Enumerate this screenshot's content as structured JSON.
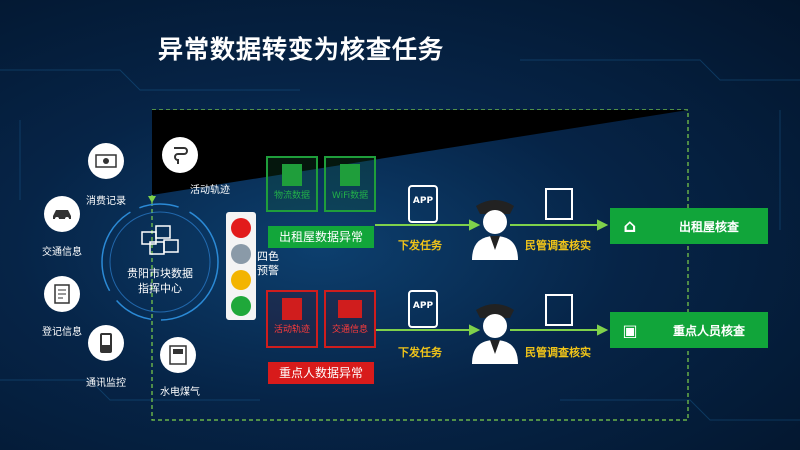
{
  "title": "异常数据转变为核查任务",
  "center": {
    "line1": "贵阳市块数据",
    "line2": "指挥中心"
  },
  "sources": {
    "consumption": "消费记录",
    "activity": "活动轨迹",
    "traffic": "交通信息",
    "registration": "登记信息",
    "telecom": "通讯监控",
    "utilities": "水电煤气"
  },
  "traffic_light": {
    "line1": "四色",
    "line2": "预警"
  },
  "top_branch": {
    "item1": "物流数据",
    "item2": "WiFi数据",
    "bar": "出租屋数据异常",
    "dispatch": "下发任务",
    "police": "民管调查核实",
    "result": "出租屋核查"
  },
  "bottom_branch": {
    "item1": "活动轨迹",
    "item2": "交通信息",
    "bar": "重点人数据异常",
    "dispatch": "下发任务",
    "police": "民管调查核实",
    "result": "重点人员核查"
  },
  "app_label": "APP",
  "colors": {
    "green": "#12a63a",
    "red": "#d81b1b",
    "yellow": "#f0c419",
    "dash": "#7fd14b"
  }
}
